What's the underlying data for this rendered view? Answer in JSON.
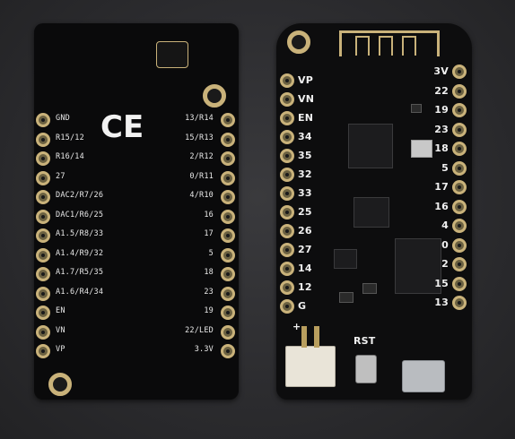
{
  "left_board": {
    "logo": "CE",
    "left_pins": [
      "GND",
      "R15/12",
      "R16/14",
      "27",
      "DAC2/R7/26",
      "DAC1/R6/25",
      "A1.5/R8/33",
      "A1.4/R9/32",
      "A1.7/R5/35",
      "A1.6/R4/34",
      "EN",
      "VN",
      "VP"
    ],
    "right_pins": [
      "13/R14",
      "15/R13",
      "2/R12",
      "0/R11",
      "4/R10",
      "16",
      "17",
      "5",
      "18",
      "23",
      "19",
      "22/LED",
      "3.3V"
    ]
  },
  "right_board": {
    "left_pins": [
      "VP",
      "VN",
      "EN",
      "34",
      "35",
      "32",
      "33",
      "25",
      "26",
      "27",
      "14",
      "12",
      "G"
    ],
    "right_pins": [
      "3V",
      "22",
      "19",
      "23",
      "18",
      "5",
      "17",
      "16",
      "4",
      "0",
      "2",
      "15",
      "13"
    ],
    "button_label": "RST",
    "plus_label": "+"
  },
  "colors": {
    "pcb": "#0b0b0c",
    "gold": "#c9b27a",
    "silk": "#e8e8e8",
    "background": "#2b2b2e"
  }
}
